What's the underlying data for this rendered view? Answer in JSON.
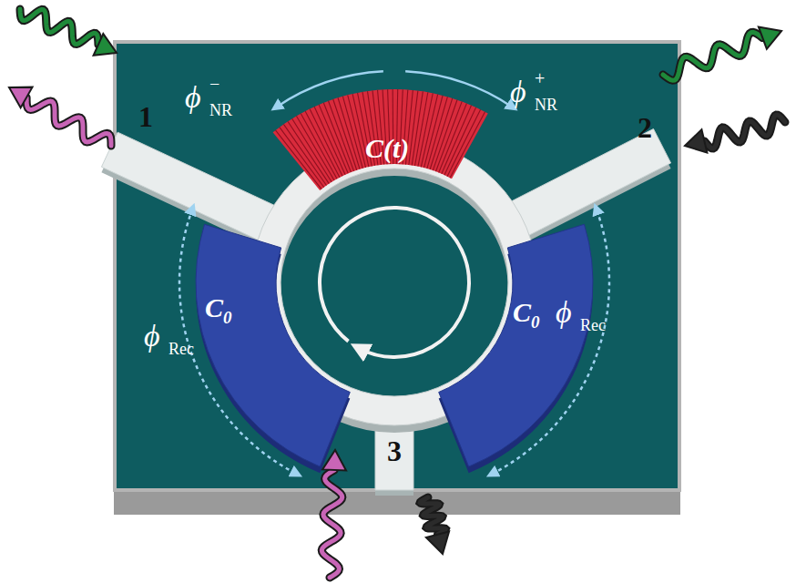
{
  "diagram": {
    "nodes": [
      {
        "text": [
          "1"
        ]
      },
      {
        "text": [
          "C(t)"
        ]
      },
      {
        "text": [
          "2"
        ]
      },
      {
        "text": [
          "C",
          "0"
        ]
      },
      {
        "text": [
          "C",
          "0"
        ]
      },
      {
        "text": [
          "3"
        ]
      }
    ],
    "labels": [
      "ϕ",
      "−",
      "NR",
      "ϕ",
      "+",
      "NR",
      "ϕ",
      "Rec",
      "ϕ",
      "Rec"
    ]
  }
}
